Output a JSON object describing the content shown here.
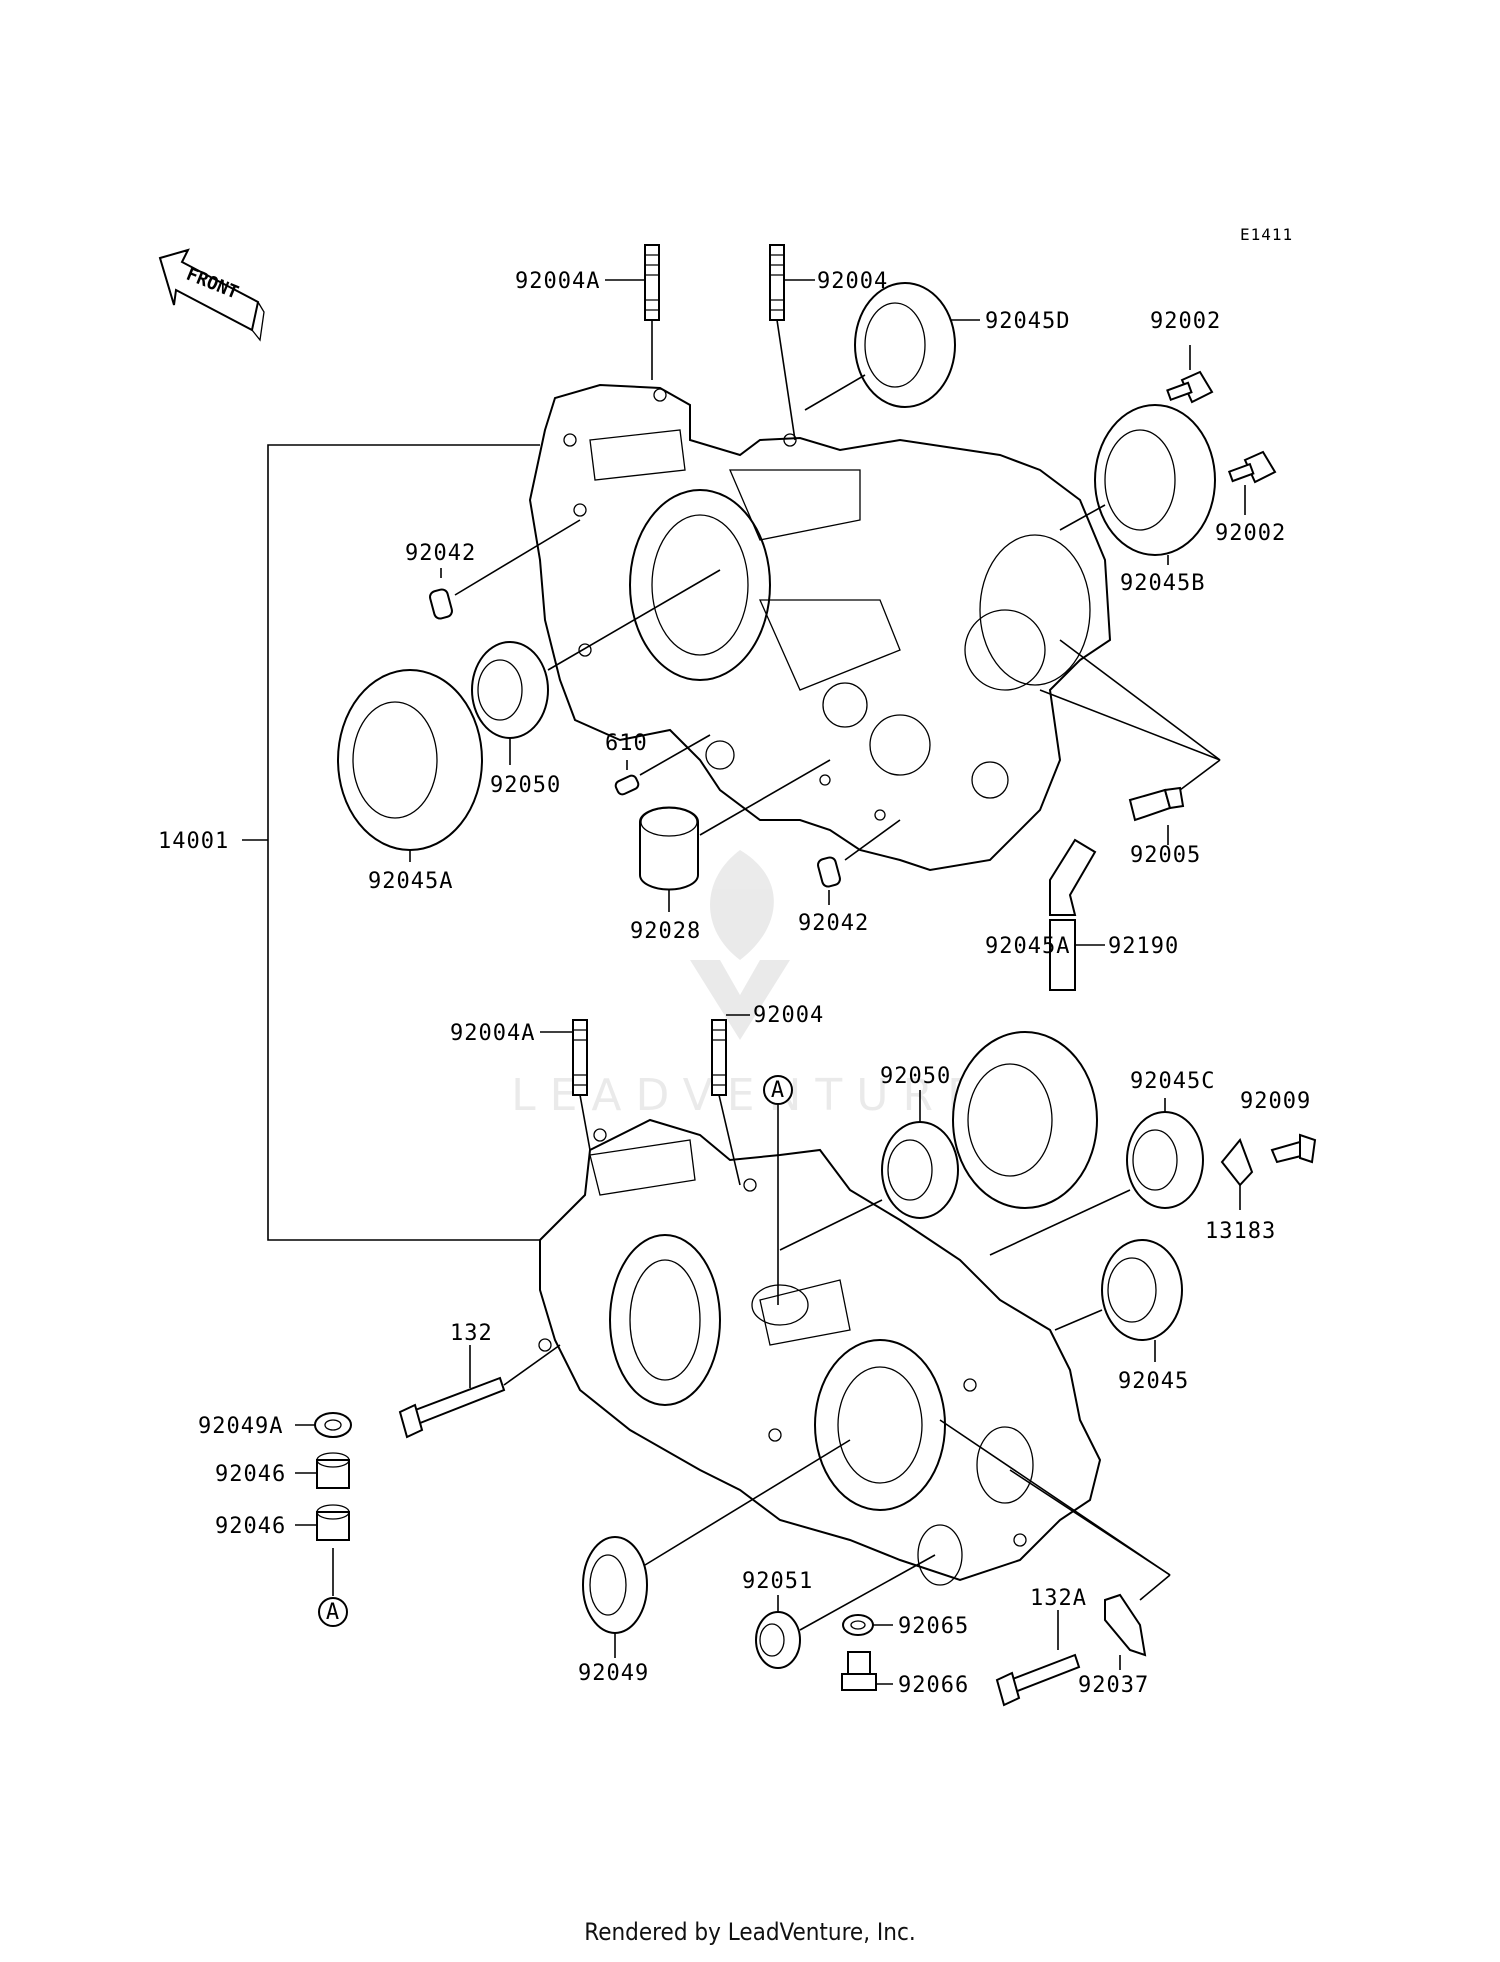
{
  "diagram_id": "E1411",
  "front_label": "FRONT",
  "footer": "Rendered by LeadVenture, Inc.",
  "watermark": "LEADVENTURE",
  "callouts": {
    "c92004A_top": "92004A",
    "c92004_top": "92004",
    "c92045D": "92045D",
    "c92002_a": "92002",
    "c92002_b": "92002",
    "c92045B": "92045B",
    "c92042_a": "92042",
    "c610": "610",
    "c92050_top": "92050",
    "c92045A_top": "92045A",
    "c14001": "14001",
    "c92028": "92028",
    "c92042_b": "92042",
    "c92005": "92005",
    "c92190": "92190",
    "c92045A_mid": "92045A",
    "c92004A_bot": "92004A",
    "c92004_bot": "92004",
    "c92050_bot": "92050",
    "c92045C": "92045C",
    "c92009": "92009",
    "c13183": "13183",
    "c132": "132",
    "c92045": "92045",
    "c92049A": "92049A",
    "c92046_a": "92046",
    "c92046_b": "92046",
    "c92049": "92049",
    "c92051": "92051",
    "c92065": "92065",
    "c92066": "92066",
    "c132A": "132A",
    "c92037": "92037"
  },
  "ref_markers": {
    "a_upper": "A",
    "a_lower": "A"
  }
}
